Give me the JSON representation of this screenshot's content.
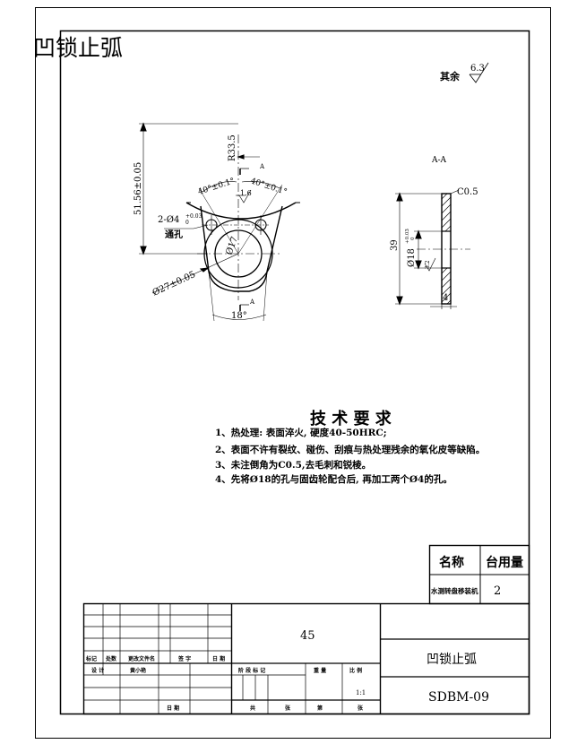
{
  "header": {
    "title": "凹锁止弧"
  },
  "roughness": {
    "label": "其余",
    "value": "6.3"
  },
  "section_label": "A-A",
  "front_view": {
    "dim_height": "51.56±0.05",
    "dim_radius": "R33.5",
    "dim_angle_left": "40°±0.1°",
    "dim_angle_right": "40°±0.1°",
    "dim_roughness": "1.6",
    "dim_holes_label": "2-Ø4",
    "dim_holes_tol": "+0.03",
    "dim_holes_tol2": "0",
    "dim_holes_note": "通孔",
    "dim_inner": "Ø17",
    "dim_outer": "Ø27±0.05",
    "dim_width": "18°",
    "mark_a_top": "A",
    "mark_a_bottom": "A"
  },
  "section_view": {
    "chamfer": "C0.5",
    "dim_height": "39",
    "dim_bore": "Ø18",
    "dim_bore_tol": "+0.03",
    "dim_bore_tol2": "0",
    "dim_thickness": "4",
    "dim_roughness": "3.2"
  },
  "tech": {
    "title": "技 术 要 求",
    "items": [
      "1、热处理: 表面淬火, 硬度40-50HRC;",
      "2、表面不许有裂纹、碰伤、刮痕与热处理残余的氧化皮等缺陷。",
      "3、未注倒角为C0.5,去毛刺和锐棱。",
      "4、先将Ø18的孔与固齿轮配合后, 再加工两个Ø4的孔。"
    ]
  },
  "parts_table": {
    "col_name": "名称",
    "col_qty": "台用量",
    "row_name": "水测转盘移装机",
    "row_qty": "2"
  },
  "title_block": {
    "material": "45",
    "part_name": "凹锁止弧",
    "part_number": "SDBM-09",
    "scale": "1:1",
    "row_labels": [
      "标记",
      "处数",
      "更改文件名",
      "签  字",
      "日  期"
    ],
    "design_label": "设  计",
    "designer": "黄小艳",
    "date_label": "日  期",
    "stage_label": "阶 段 标 记",
    "weight_label": "重  量",
    "scale_label": "比  例",
    "total_label": "共",
    "sheet_label": "张",
    "nth_label": "第",
    "sheet_label2": "张"
  }
}
